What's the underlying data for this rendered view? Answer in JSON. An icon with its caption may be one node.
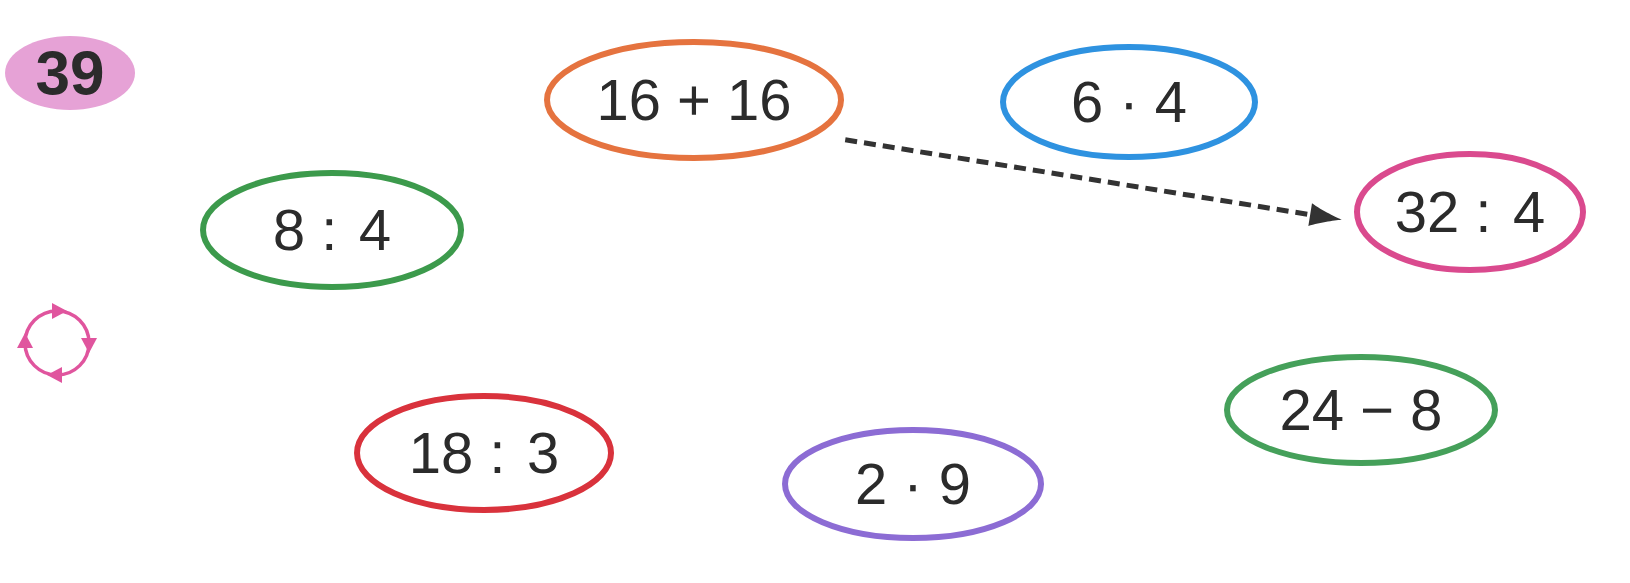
{
  "diagram": {
    "nodes": [
      {
        "text": [
          "39"
        ]
      },
      {
        "text": [
          "16 + 16"
        ]
      },
      {
        "text": [
          "6 · 4"
        ]
      },
      {
        "text": [
          "8 : 4"
        ]
      },
      {
        "text": [
          "32 : 4"
        ]
      },
      {
        "text": [
          "18 : 3"
        ]
      },
      {
        "text": [
          "2 · 9"
        ]
      },
      {
        "text": [
          "24 − 8"
        ]
      }
    ],
    "edges": [
      {
        "from": 1,
        "to": 4,
        "arrow": "to",
        "style": "dashed"
      }
    ]
  }
}
